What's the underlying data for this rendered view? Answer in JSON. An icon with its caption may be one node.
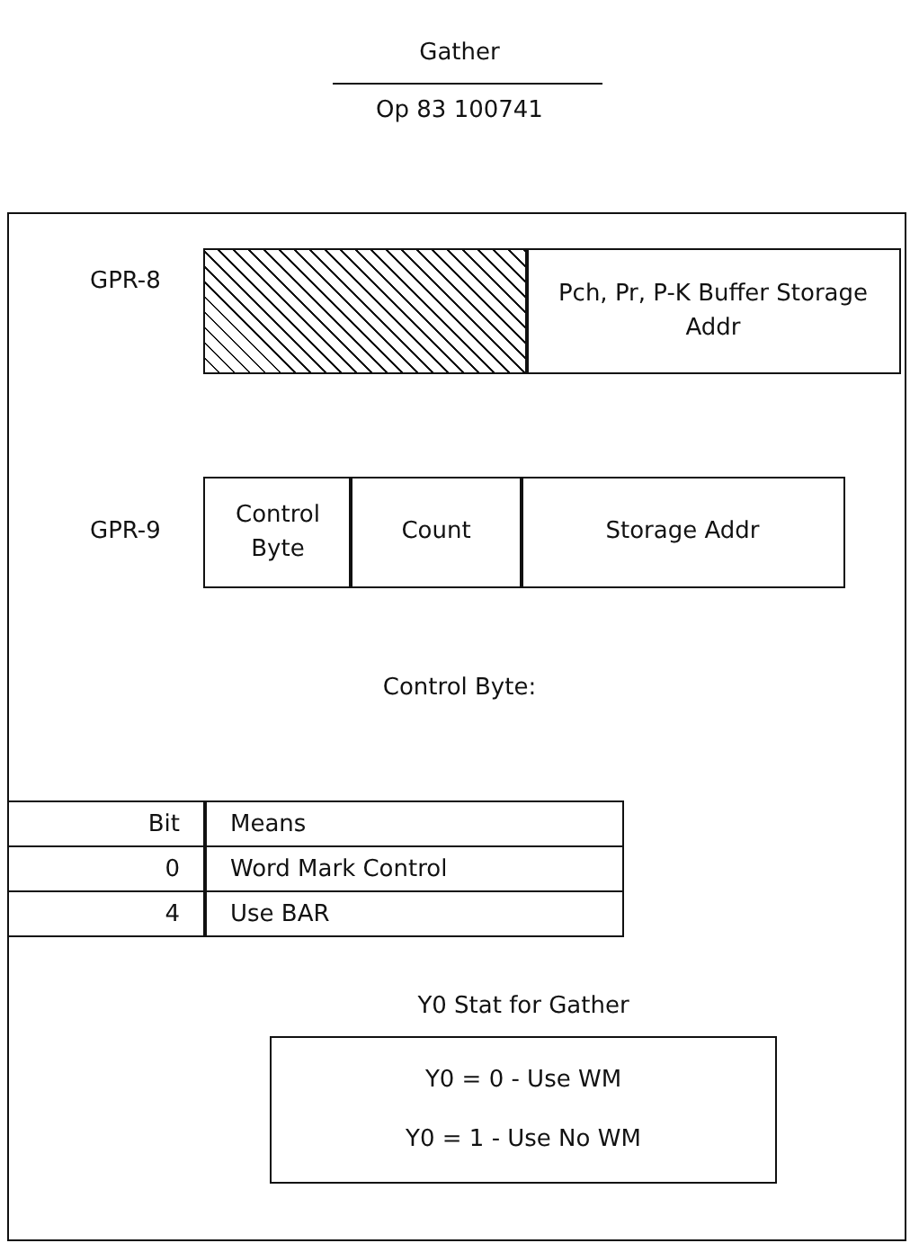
{
  "diagram": {
    "title": "Gather",
    "nodes": [
      {
        "text": [],
        "shape": "box"
      },
      {
        "text": [
          "Pch, Pr, P-K Buffer Storage Addr"
        ]
      },
      {
        "text": [
          "Control Byte"
        ]
      },
      {
        "text": [
          "Count"
        ]
      },
      {
        "text": [
          "Storage Addr"
        ]
      },
      {
        "text": [
          "Y0 Stat for Gather",
          "Y0 = 0 - Use WM",
          "Y0 = 1 - Use No WM"
        ]
      }
    ],
    "edges": [],
    "labels": [
      "Op 83 100741",
      "GPR-8",
      "GPR-9",
      "Control Byte:",
      "Bit",
      "Means",
      "0",
      "Word Mark Control",
      "4",
      "Use BAR"
    ]
  }
}
